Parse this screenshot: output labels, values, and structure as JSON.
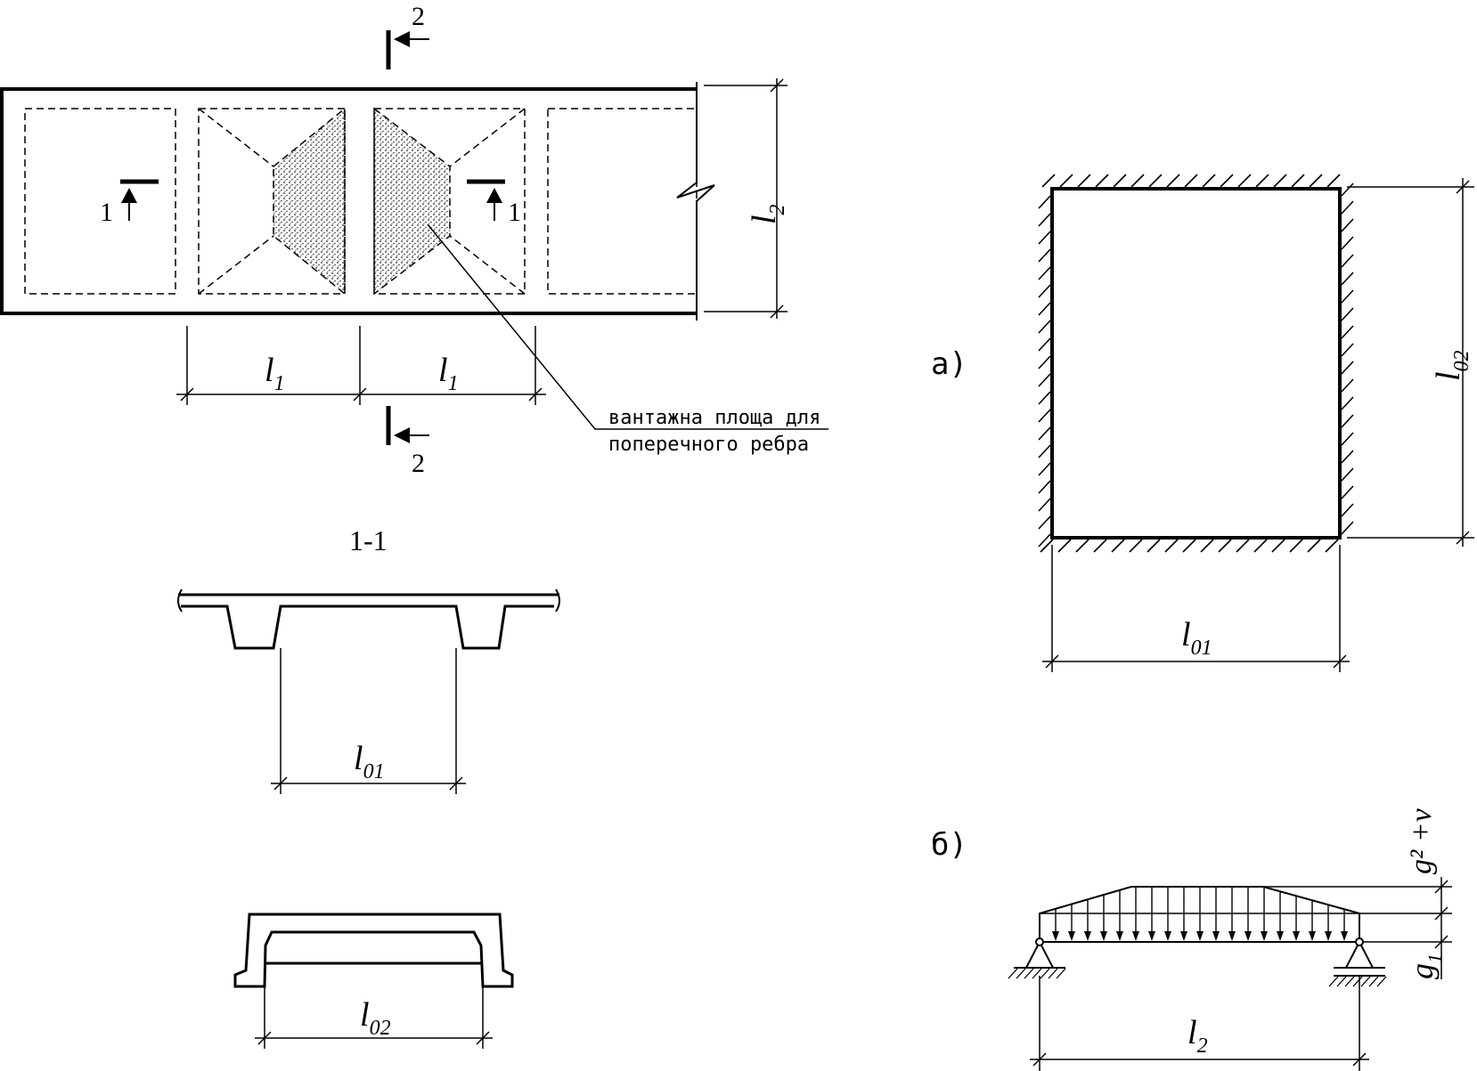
{
  "plan": {
    "section_1_left": "1",
    "section_1_right": "1",
    "section_2_top": "2",
    "section_2_bottom": "2",
    "dim_l1_left": {
      "base": "l",
      "sub": "1"
    },
    "dim_l1_right": {
      "base": "l",
      "sub": "1"
    },
    "dim_l2": {
      "base": "l",
      "sub": "2"
    },
    "callout_line1": "вантажна площа для",
    "callout_line2": "поперечного ребра"
  },
  "section_1_1": {
    "title": "1-1",
    "dim_l01": {
      "base": "l",
      "sub": "01"
    }
  },
  "section_2_2": {
    "dim_l02": {
      "base": "l",
      "sub": "02"
    }
  },
  "scheme_a": {
    "label": "а)",
    "dim_l01": {
      "base": "l",
      "sub": "01"
    },
    "dim_l02": {
      "base": "l",
      "sub": "02"
    }
  },
  "scheme_b": {
    "label": "б)",
    "load_top": "g² +v",
    "load_g1": {
      "base": "g",
      "sub": "1"
    },
    "dim_l2": {
      "base": "l",
      "sub": "2"
    }
  },
  "colors": {
    "ink": "#000000",
    "paper": "#ffffff",
    "hatch": "#222222"
  }
}
